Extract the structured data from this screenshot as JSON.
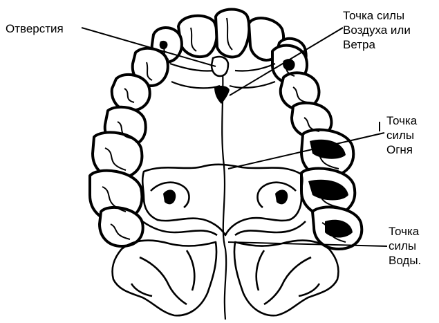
{
  "labels": {
    "opening": "Отверстия",
    "air_point": "Точка силы\nВоздуха или\nВетра",
    "fire_point": "Точка\nсилы\nОгня",
    "water_point": "Точка\nсилы\nВоды."
  },
  "colors": {
    "ink": "#000000",
    "paper": "#ffffff"
  }
}
